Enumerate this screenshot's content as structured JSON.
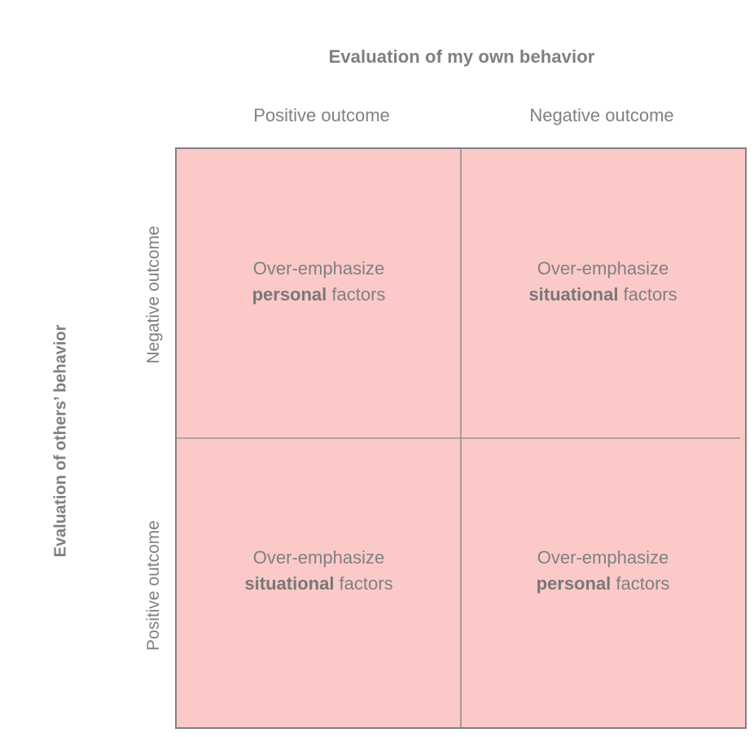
{
  "diagram": {
    "column_axis": {
      "title": "Evaluation of my own behavior",
      "headers": [
        "Positive outcome",
        "Negative outcome"
      ]
    },
    "row_axis": {
      "title": "Evaluation of others’ behavior",
      "headers": [
        "Negative outcome",
        "Positive outcome"
      ]
    },
    "quadrants": [
      {
        "id": "top-left",
        "row": "Negative outcome",
        "column": "Positive outcome",
        "line1": "Over-emphasize",
        "emphasis": "personal",
        "line2_suffix": " factors"
      },
      {
        "id": "top-right",
        "row": "Negative outcome",
        "column": "Negative outcome",
        "line1": "Over-emphasize",
        "emphasis": "situational",
        "line2_suffix": " factors"
      },
      {
        "id": "bottom-left",
        "row": "Positive outcome",
        "column": "Positive outcome",
        "line1": "Over-emphasize",
        "emphasis": "situational",
        "line2_suffix": " factors"
      },
      {
        "id": "bottom-right",
        "row": "Positive outcome",
        "column": "Negative outcome",
        "line1": "Over-emphasize",
        "emphasis": "personal",
        "line2_suffix": " factors"
      }
    ],
    "colors": {
      "cell_fill": "#fcc9c9",
      "border": "#808080",
      "divider": "#8c8c8c",
      "text": "#808080",
      "background": "#ffffff"
    }
  }
}
